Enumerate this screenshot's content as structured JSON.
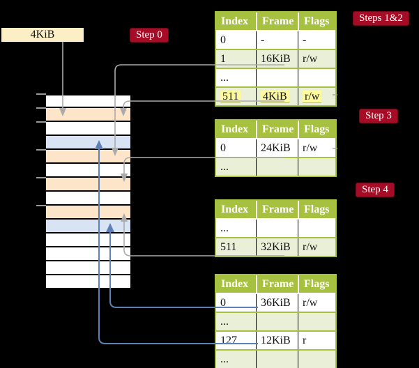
{
  "labels": {
    "page_size": "4KiB",
    "step0": "Step 0",
    "steps12": "Steps 1&2",
    "step3": "Step 3",
    "step4": "Step 4"
  },
  "memory": {
    "rows": [
      "white",
      "peach",
      "white",
      "blue",
      "peach",
      "white",
      "peach",
      "white",
      "peach",
      "blue",
      "white",
      "white",
      "white",
      "white"
    ],
    "tick_rows": [
      0,
      1,
      2,
      4,
      6,
      8
    ]
  },
  "tables": [
    {
      "headers": [
        "Index",
        "Frame",
        "Flags"
      ],
      "rows": [
        {
          "cells": [
            "0",
            "-",
            "-"
          ],
          "shaded": false,
          "highlight": false
        },
        {
          "cells": [
            "1",
            "16KiB",
            "r/w"
          ],
          "shaded": true,
          "highlight": false
        },
        {
          "cells": [
            "...",
            "",
            ""
          ],
          "shaded": false,
          "highlight": false
        },
        {
          "cells": [
            "511",
            "4KiB",
            "r/w"
          ],
          "shaded": true,
          "highlight": true
        }
      ]
    },
    {
      "headers": [
        "Index",
        "Frame",
        "Flags"
      ],
      "rows": [
        {
          "cells": [
            "0",
            "24KiB",
            "r/w"
          ],
          "shaded": false,
          "highlight": false
        },
        {
          "cells": [
            "...",
            "",
            ""
          ],
          "shaded": true,
          "highlight": false
        }
      ]
    },
    {
      "headers": [
        "Index",
        "Frame",
        "Flags"
      ],
      "rows": [
        {
          "cells": [
            "...",
            "",
            ""
          ],
          "shaded": false,
          "highlight": false
        },
        {
          "cells": [
            "511",
            "32KiB",
            "r/w"
          ],
          "shaded": true,
          "highlight": false
        }
      ]
    },
    {
      "headers": [
        "Index",
        "Frame",
        "Flags"
      ],
      "rows": [
        {
          "cells": [
            "0",
            "36KiB",
            "r/w"
          ],
          "shaded": false,
          "highlight": false
        },
        {
          "cells": [
            "...",
            "",
            ""
          ],
          "shaded": true,
          "highlight": false
        },
        {
          "cells": [
            "127",
            "12KiB",
            "r"
          ],
          "shaded": false,
          "highlight": false
        },
        {
          "cells": [
            "...",
            "",
            ""
          ],
          "shaded": true,
          "highlight": false
        }
      ]
    }
  ],
  "colors": {
    "background": "#000000",
    "table_header": "#a6c13f",
    "table_row_alt": "#eaf0d8",
    "badge": "#a60c26",
    "badge_border": "#73081a",
    "cream": "#fcefc6",
    "peach": "#fce5c9",
    "blue_row": "#d8e4f4",
    "gray_arrow": "#ababab",
    "blue_arrow": "#5d81b6",
    "highlight": "#fdf99e",
    "tick": "#999999"
  }
}
